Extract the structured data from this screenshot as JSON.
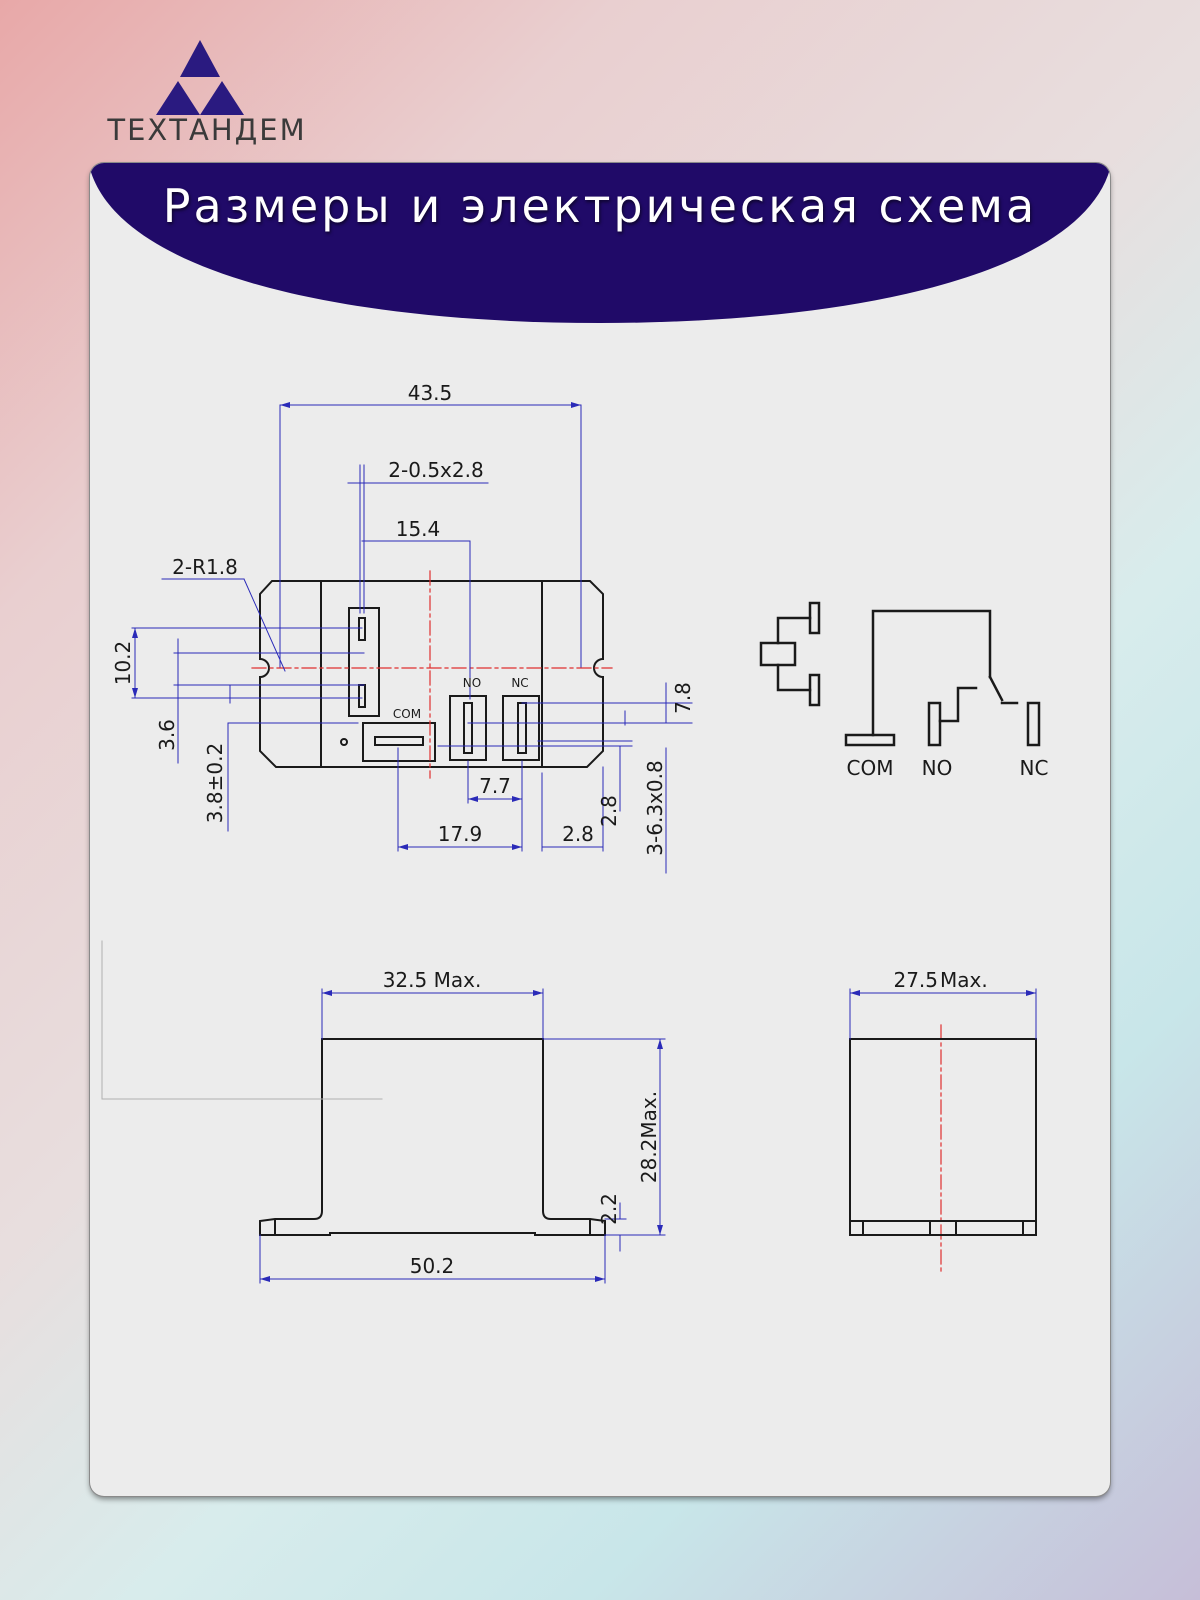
{
  "brand": {
    "name": "ТЕХТАНДЕМ"
  },
  "banner": {
    "title": "Размеры и электрическая схема"
  },
  "colors": {
    "banner": "#200a68",
    "dimension_line": "#2a2ab8",
    "center_line": "#e03030",
    "outline": "#1a1a1a"
  },
  "top_view": {
    "dims": {
      "width": "43.5",
      "pin_size": "2-0.5x2.8",
      "pin_spacing": "15.4",
      "radius": "2-R1.8",
      "height": "10.2",
      "offset_a": "3.6",
      "offset_b": "3.8±0.2",
      "spacing_no_nc": "7.7",
      "spacing_com_nc": "17.9",
      "edge_h": "2.8",
      "edge_v": "2.8",
      "terminal_size": "3-6.3x0.8",
      "slot_height": "7.8"
    },
    "terminals": {
      "com": "COM",
      "no": "NO",
      "nc": "NC"
    }
  },
  "schematic": {
    "com": "COM",
    "no": "NO",
    "nc": "NC"
  },
  "front_view": {
    "top_width": "32.5 Max.",
    "height": "28.2Max.",
    "base_height": "2.2",
    "base_width": "50.2"
  },
  "side_view": {
    "width_value": "27.5",
    "width_suffix": "Max."
  }
}
